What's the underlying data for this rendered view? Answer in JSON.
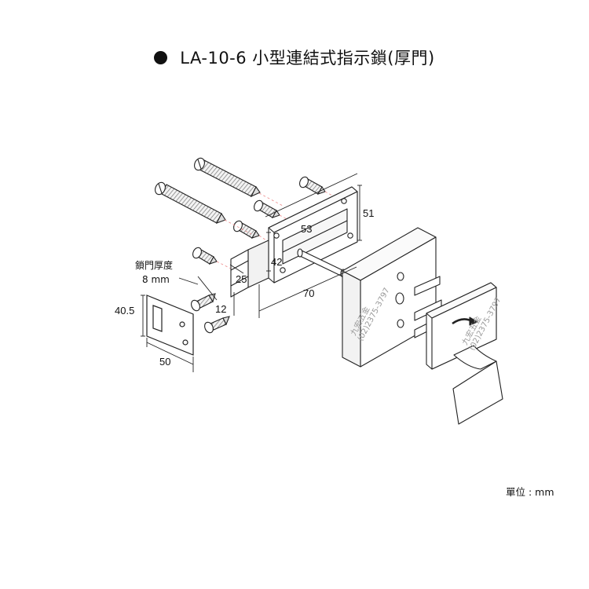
{
  "title": "LA-10-6 小型連結式指示鎖(厚門)",
  "labels": {
    "door_thickness": "鎖門厚度",
    "door_thickness_value": "8 mm"
  },
  "dimensions": {
    "d51": "51",
    "d53": "53",
    "d42": "42",
    "d25": "25",
    "d70": "70",
    "d12": "12",
    "d40_5": "40.5",
    "d50": "50"
  },
  "watermark": {
    "name": "九宏五金",
    "phone": "(02)2375-3797"
  },
  "unit": "單位 : mm"
}
